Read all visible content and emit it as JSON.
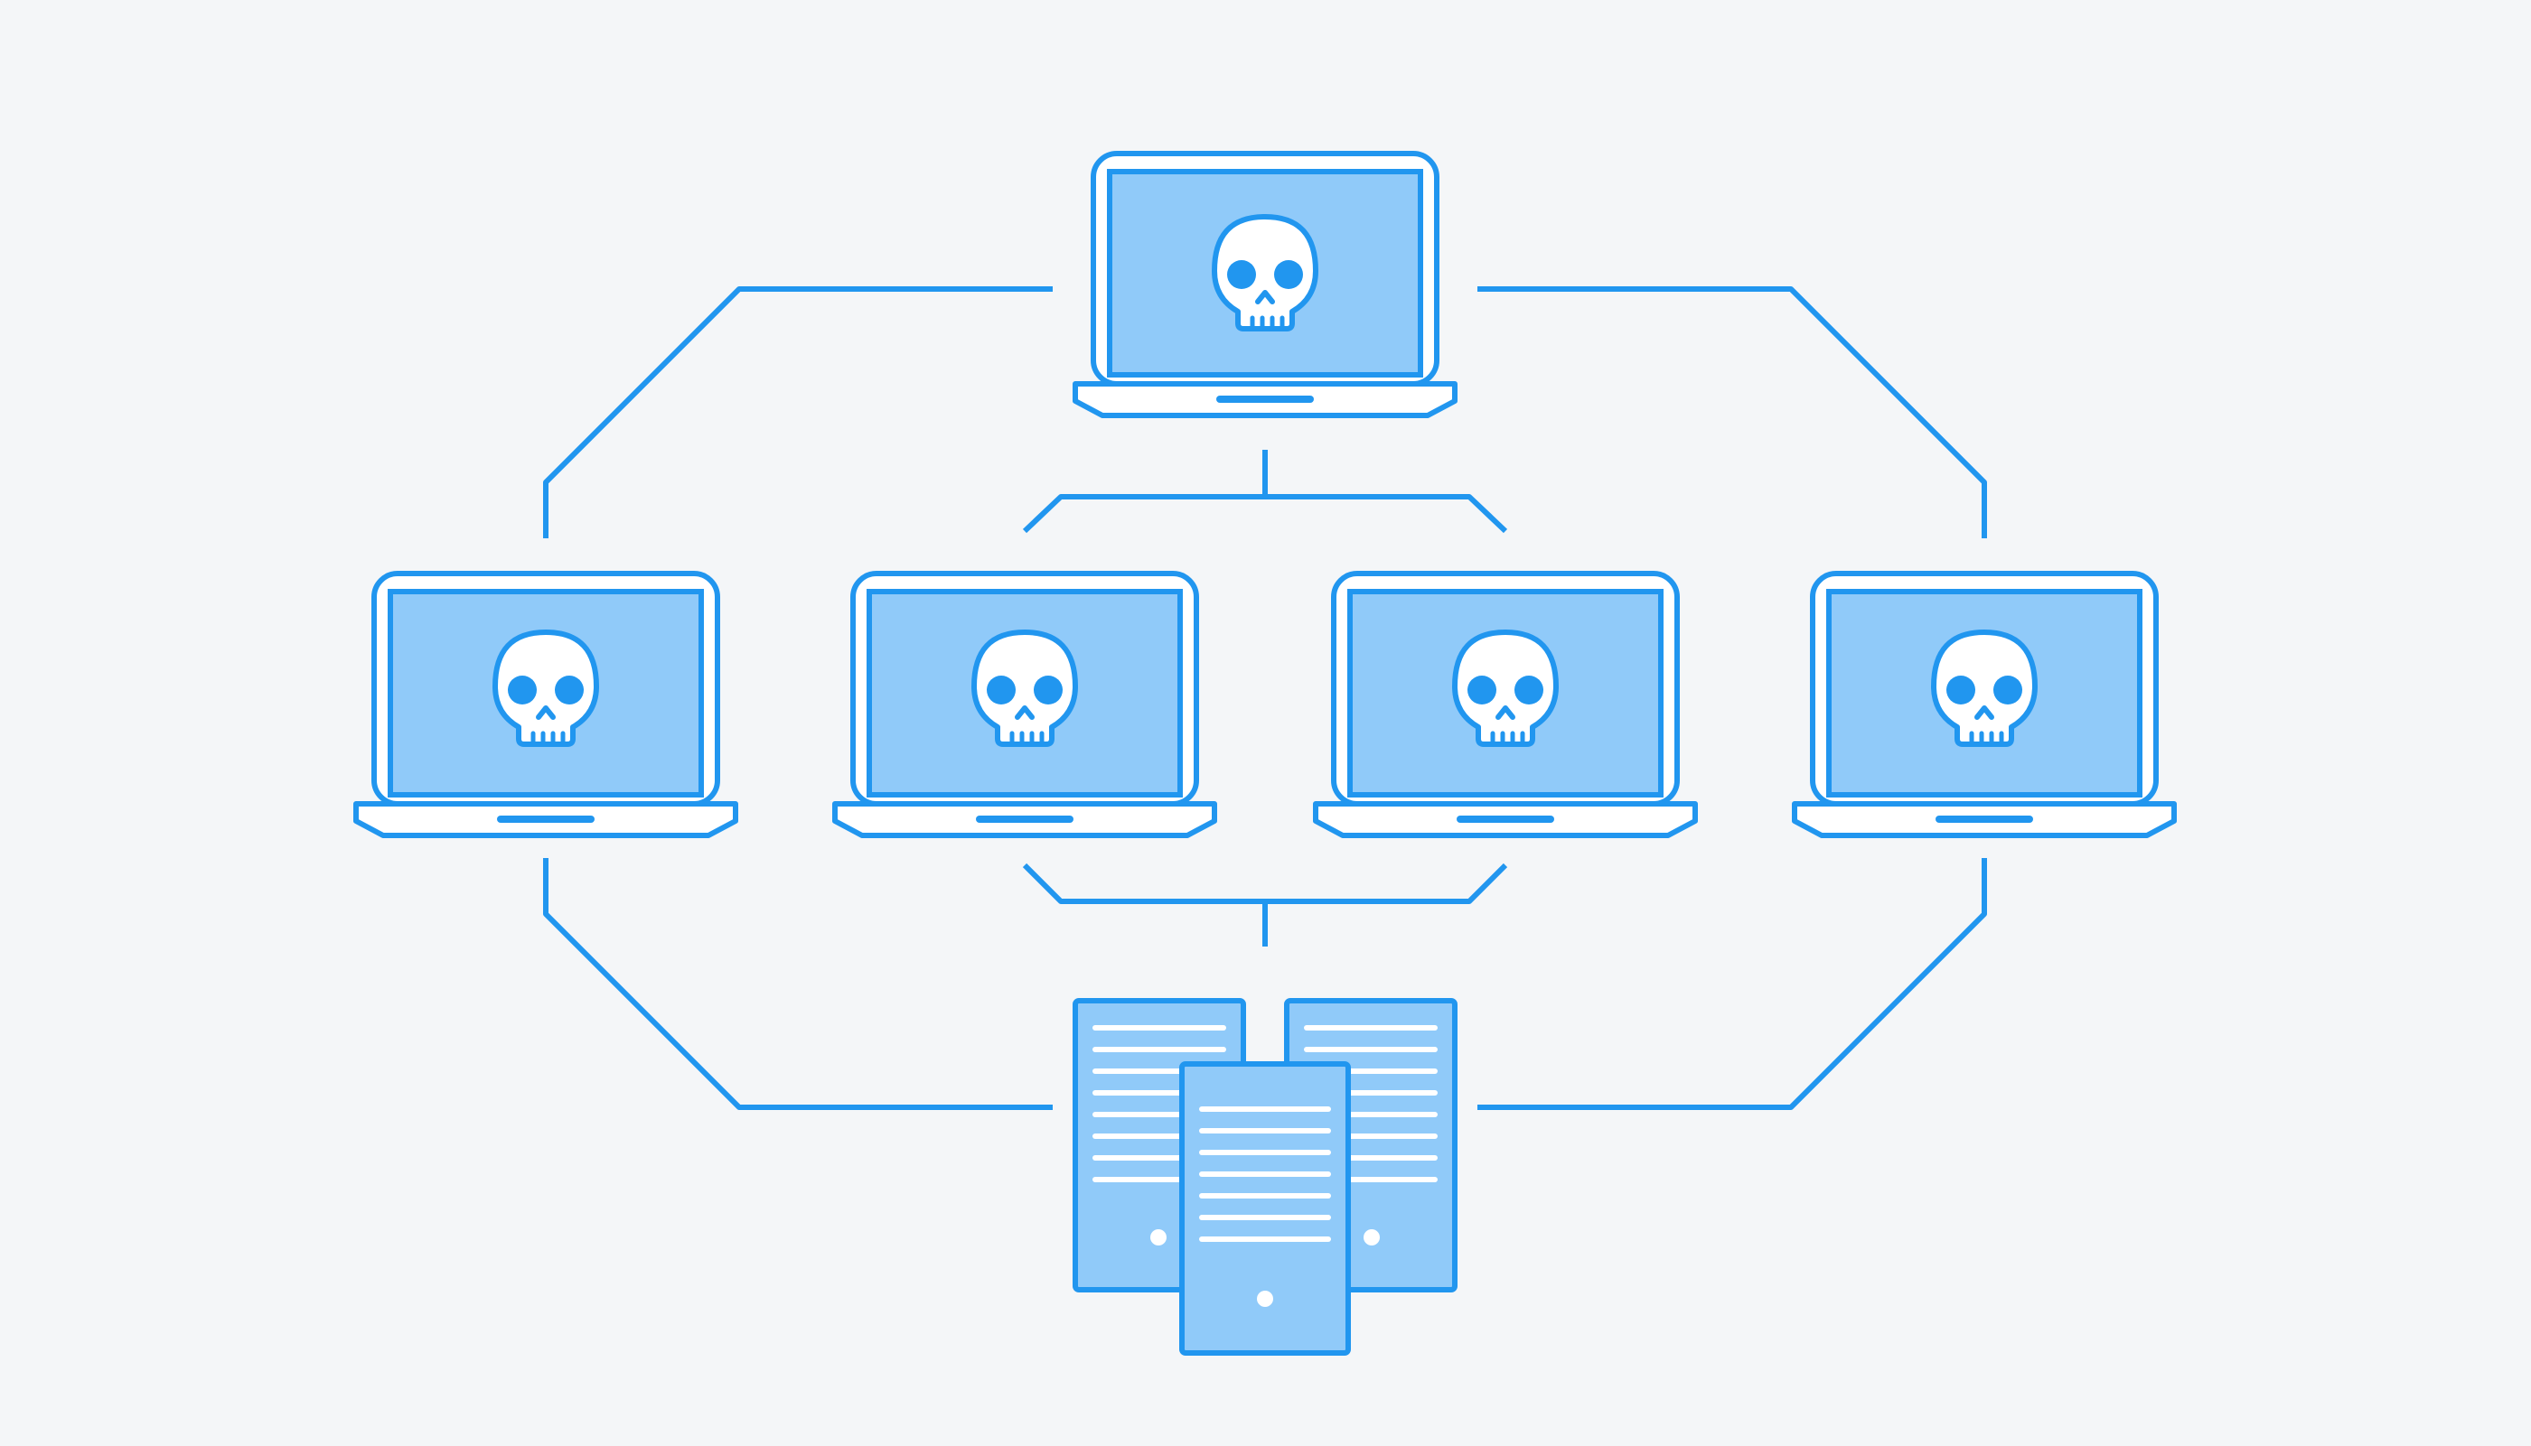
{
  "diagram": {
    "nodes": [
      {
        "id": "laptop-top",
        "kind": "laptop",
        "icon": "skull-icon"
      },
      {
        "id": "laptop-left",
        "kind": "laptop",
        "icon": "skull-icon"
      },
      {
        "id": "laptop-center-left",
        "kind": "laptop",
        "icon": "skull-icon"
      },
      {
        "id": "laptop-center-right",
        "kind": "laptop",
        "icon": "skull-icon"
      },
      {
        "id": "laptop-right",
        "kind": "laptop",
        "icon": "skull-icon"
      },
      {
        "id": "server-cluster",
        "kind": "servers",
        "icon": "server-icon"
      }
    ],
    "edges": [
      [
        "laptop-top",
        "laptop-left"
      ],
      [
        "laptop-top",
        "laptop-right"
      ],
      [
        "laptop-top",
        "laptop-center-left"
      ],
      [
        "laptop-top",
        "laptop-center-right"
      ],
      [
        "laptop-left",
        "server-cluster"
      ],
      [
        "laptop-right",
        "server-cluster"
      ],
      [
        "laptop-center-left",
        "server-cluster"
      ],
      [
        "laptop-center-right",
        "server-cluster"
      ]
    ]
  },
  "colors": {
    "background": "#f4f6f8",
    "stroke": "#2196ef",
    "screen_fill": "#90caf9",
    "body_fill": "#ffffff",
    "skull_fill": "#ffffff",
    "eye_fill": "#2196ef"
  }
}
